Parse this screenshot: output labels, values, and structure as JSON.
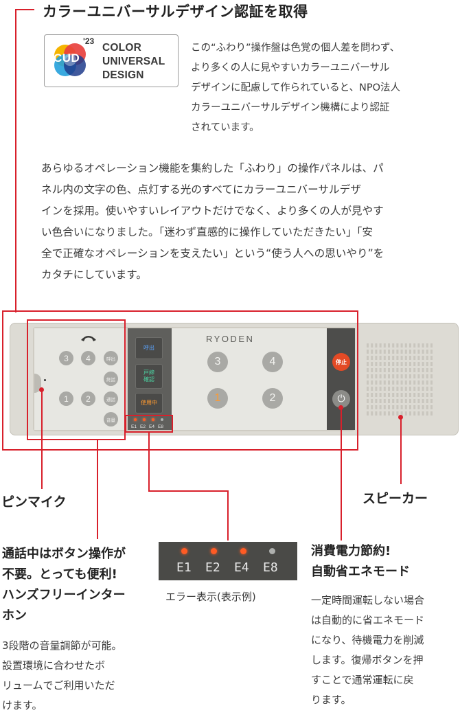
{
  "header": {
    "title": "カラーユニバーサルデザイン認証を取得"
  },
  "cud_logo": {
    "year": "'23",
    "mark": "CUD",
    "line1": "COLOR",
    "line2": "UNIVERSAL",
    "line3": "DESIGN"
  },
  "intro": {
    "lines": [
      "この“ふわり”操作盤は色覚の個人差を問わず、",
      "より多くの人に見やすいカラーユニバーサル",
      "デザインに配慮して作られていると、NPO法人",
      "カラーユニバーサルデザイン機構により認証",
      "されています。"
    ]
  },
  "paragraph": {
    "lines": [
      "あらゆるオペレーション機能を集約した「ふわり」の操作パネルは、パ",
      "ネル内の文字の色、点灯する光のすべてにカラーユニバーサルデザ",
      "インを採用。使いやすいレイアウトだけでなく、より多くの人が見やす",
      "い色合いになりました。「迷わず直感的に操作していただきたい」「安",
      "全で正確なオペレーションを支えたい」という“使う人への思いやり”を",
      "カタチにしています。"
    ]
  },
  "device": {
    "brand": "RYODEN",
    "left_buttons": [
      "3",
      "4",
      "1",
      "2"
    ],
    "func_buttons": [
      "呼出",
      "終話",
      "通話",
      "音量"
    ],
    "panel_buttons": {
      "call_select": "呼出",
      "door_confirm_1": "戸締",
      "door_confirm_2": "確認",
      "in_use": "使用中"
    },
    "center_buttons": [
      "3",
      "4",
      "1",
      "2"
    ],
    "stop_label": "停止",
    "power_symbol": "⏻",
    "small_leds": [
      "E1",
      "E2",
      "E4",
      "E8"
    ]
  },
  "callouts": {
    "pin_mic": "ピンマイク",
    "speaker": "スピーカー",
    "handsfree": {
      "title_lines": [
        "通話中はボタン操作が",
        "不要。とっても便利!",
        "ハンズフリーインター",
        "ホン"
      ],
      "body_lines": [
        "3段階の音量調節が可能。",
        "設置環境に合わせたボ",
        "リュームでご利用いただ",
        "けます。"
      ]
    },
    "error_display": {
      "labels": [
        "E1",
        "E2",
        "E4",
        "E8"
      ],
      "caption": "エラー表示(表示例)",
      "led_states": [
        true,
        true,
        true,
        false
      ]
    },
    "power_saving": {
      "title_lines": [
        "消費電力節約!",
        "自動省エネモード"
      ],
      "body_lines": [
        "一定時間運転しない場合",
        "は自動的に省エネモード",
        "になり、待機電力を削減",
        "します。復帰ボタンを押",
        "すことで通常運転に戻",
        "ります。"
      ]
    }
  },
  "colors": {
    "accent_red": "#d8202b",
    "led_on": "#ff5b24",
    "led_off": "#aeb0ae"
  }
}
